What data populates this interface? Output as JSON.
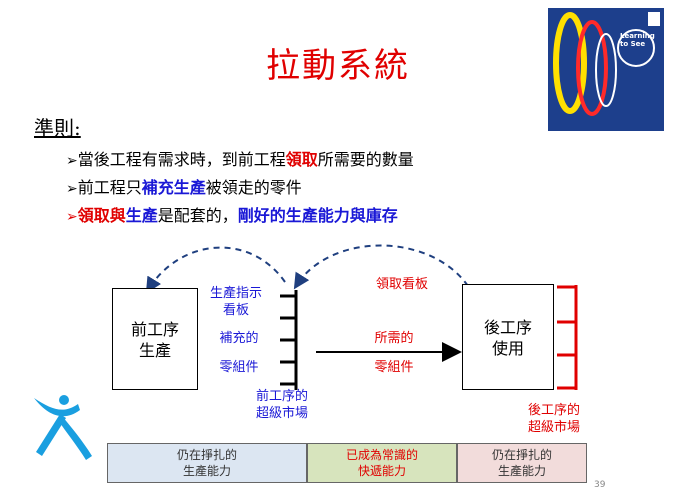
{
  "slide": {
    "title": "拉動系統",
    "page_number": "39"
  },
  "book": {
    "title_line1": "Learning",
    "title_line2": "to See"
  },
  "principles": {
    "heading": "準則:",
    "bullet_marker": "➢",
    "items": [
      {
        "before": "當後工程有需求時，到前工程",
        "highlight": "領取",
        "after": "所需要的數量"
      },
      {
        "before": "前工程只",
        "highlight": "補充生產",
        "after": "被領走的零件"
      },
      {
        "part1": "領取與",
        "part2": "生產",
        "part3": "是配套的，",
        "part4": "剛好的生產能力與庫存"
      }
    ]
  },
  "diagram": {
    "upstream_box": {
      "line1": "前工序",
      "line2": "生產"
    },
    "downstream_box": {
      "line1": "後工序",
      "line2": "使用"
    },
    "production_kanban": {
      "line1": "生產指示",
      "line2": "看板"
    },
    "replenished": {
      "line1": "補充的",
      "line2": "零組件"
    },
    "withdrawal_kanban": "領取看板",
    "required": {
      "line1": "所需的",
      "line2": "零組件"
    },
    "upstream_supermarket": {
      "line1": "前工序的",
      "line2": "超級市場"
    },
    "downstream_supermarket": {
      "line1": "後工序的",
      "line2": "超級市場"
    }
  },
  "capability_bands": [
    {
      "line1": "仍在掙扎的",
      "line2": "生產能力",
      "color": "#dce6f2",
      "text_color": "#333333"
    },
    {
      "line1": "已成為常識的",
      "line2": "快遞能力",
      "color": "#d7e4bd",
      "text_color": "#e00000"
    },
    {
      "line1": "仍在掙扎的",
      "line2": "生產能力",
      "color": "#f2dcdb",
      "text_color": "#333333"
    }
  ],
  "colors": {
    "title": "#e00000",
    "emphasis_blue": "#1a18d6",
    "emphasis_red": "#e00000",
    "dashed_arrow": "#1f3f7f",
    "downstream_bracket": "#e00000"
  }
}
